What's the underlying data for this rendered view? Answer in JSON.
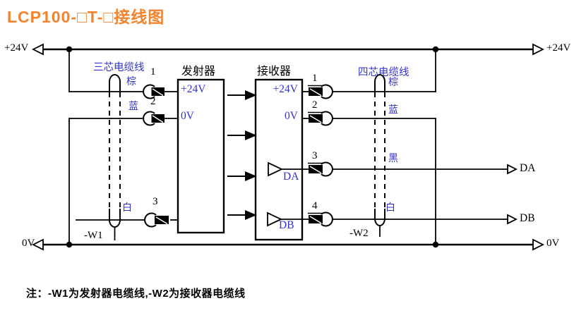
{
  "title": "LCP100-□T-□接线图",
  "colors": {
    "title_orange": "#F28430",
    "label_blue": "#3333CC",
    "line_black": "#000000"
  },
  "rails": {
    "top_left": "+24V",
    "top_right": "+24V",
    "bottom_left": "0V",
    "bottom_right": "0V"
  },
  "transmitter": {
    "name": "发射器",
    "pin_24v": "+24V",
    "pin_0v": "0V"
  },
  "receiver": {
    "name": "接收器",
    "pin_24v": "+24V",
    "pin_0v": "0V",
    "pin_da": "DA",
    "pin_db": "DB"
  },
  "outputs": {
    "da": "DA",
    "db": "DB"
  },
  "cables": {
    "left": {
      "label": "三芯电缆线",
      "tag": "-W1",
      "wire_brown": "棕",
      "wire_blue": "蓝",
      "wire_white": "白"
    },
    "right": {
      "label": "四芯电缆线",
      "tag": "-W2",
      "wire_brown": "棕",
      "wire_blue": "蓝",
      "wire_black": "黑",
      "wire_white": "白"
    }
  },
  "terminals": {
    "tx1": "1",
    "tx2": "2",
    "tx3": "3",
    "rx1": "1",
    "rx2": "2",
    "rx3": "3",
    "rx4": "4"
  },
  "note": "注：-W1为发射器电缆线,-W2为接收器电缆线"
}
